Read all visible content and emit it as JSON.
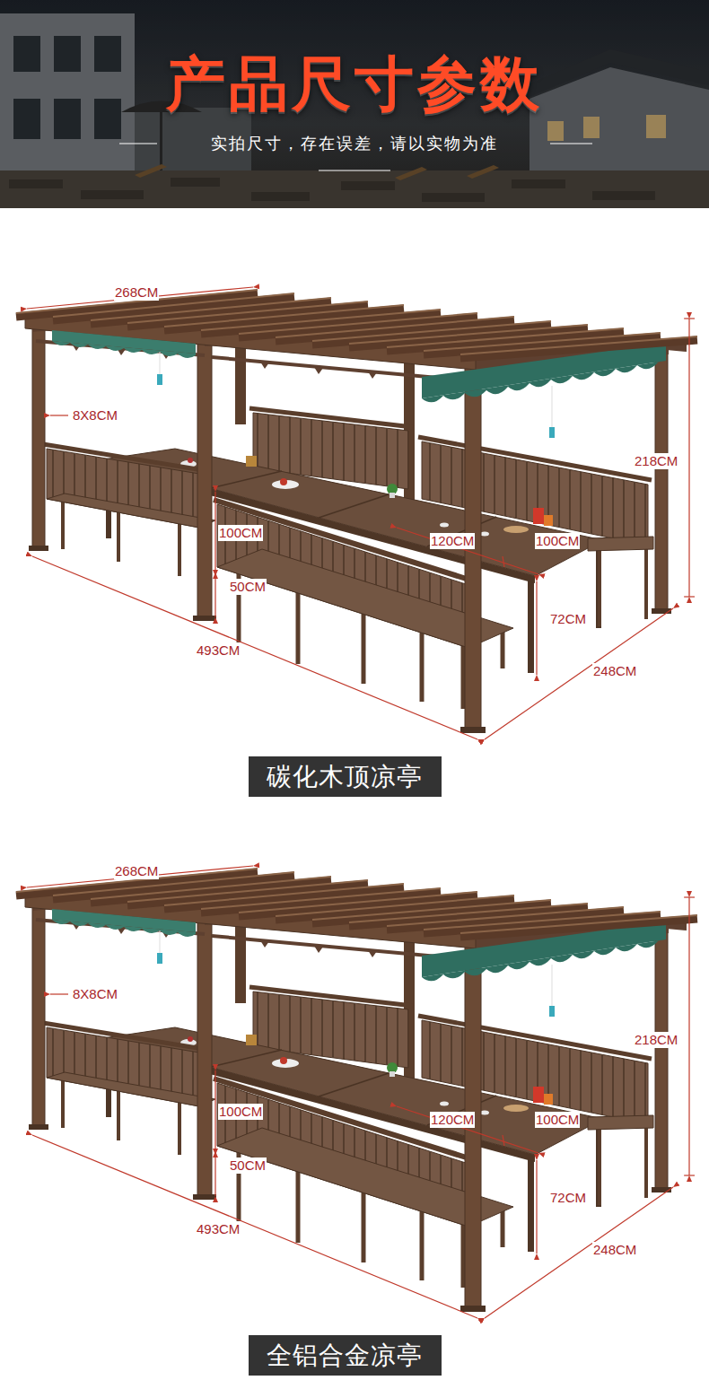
{
  "diagram": {
    "title": "产品尺寸参数",
    "nodes": [
      {
        "text": [
          "碳化木顶凉亭"
        ]
      },
      {
        "text": [
          "全铝合金凉亭"
        ]
      }
    ],
    "labels": [
      "实拍尺寸，存在误差，请以实物为准",
      "268CM",
      "8X8CM",
      "218CM",
      "100CM",
      "120CM",
      "100CM",
      "50CM",
      "72CM",
      "493CM",
      "248CM",
      "268CM",
      "8X8CM",
      "218CM",
      "100CM",
      "120CM",
      "100CM",
      "50CM",
      "72CM",
      "493CM",
      "248CM"
    ]
  }
}
